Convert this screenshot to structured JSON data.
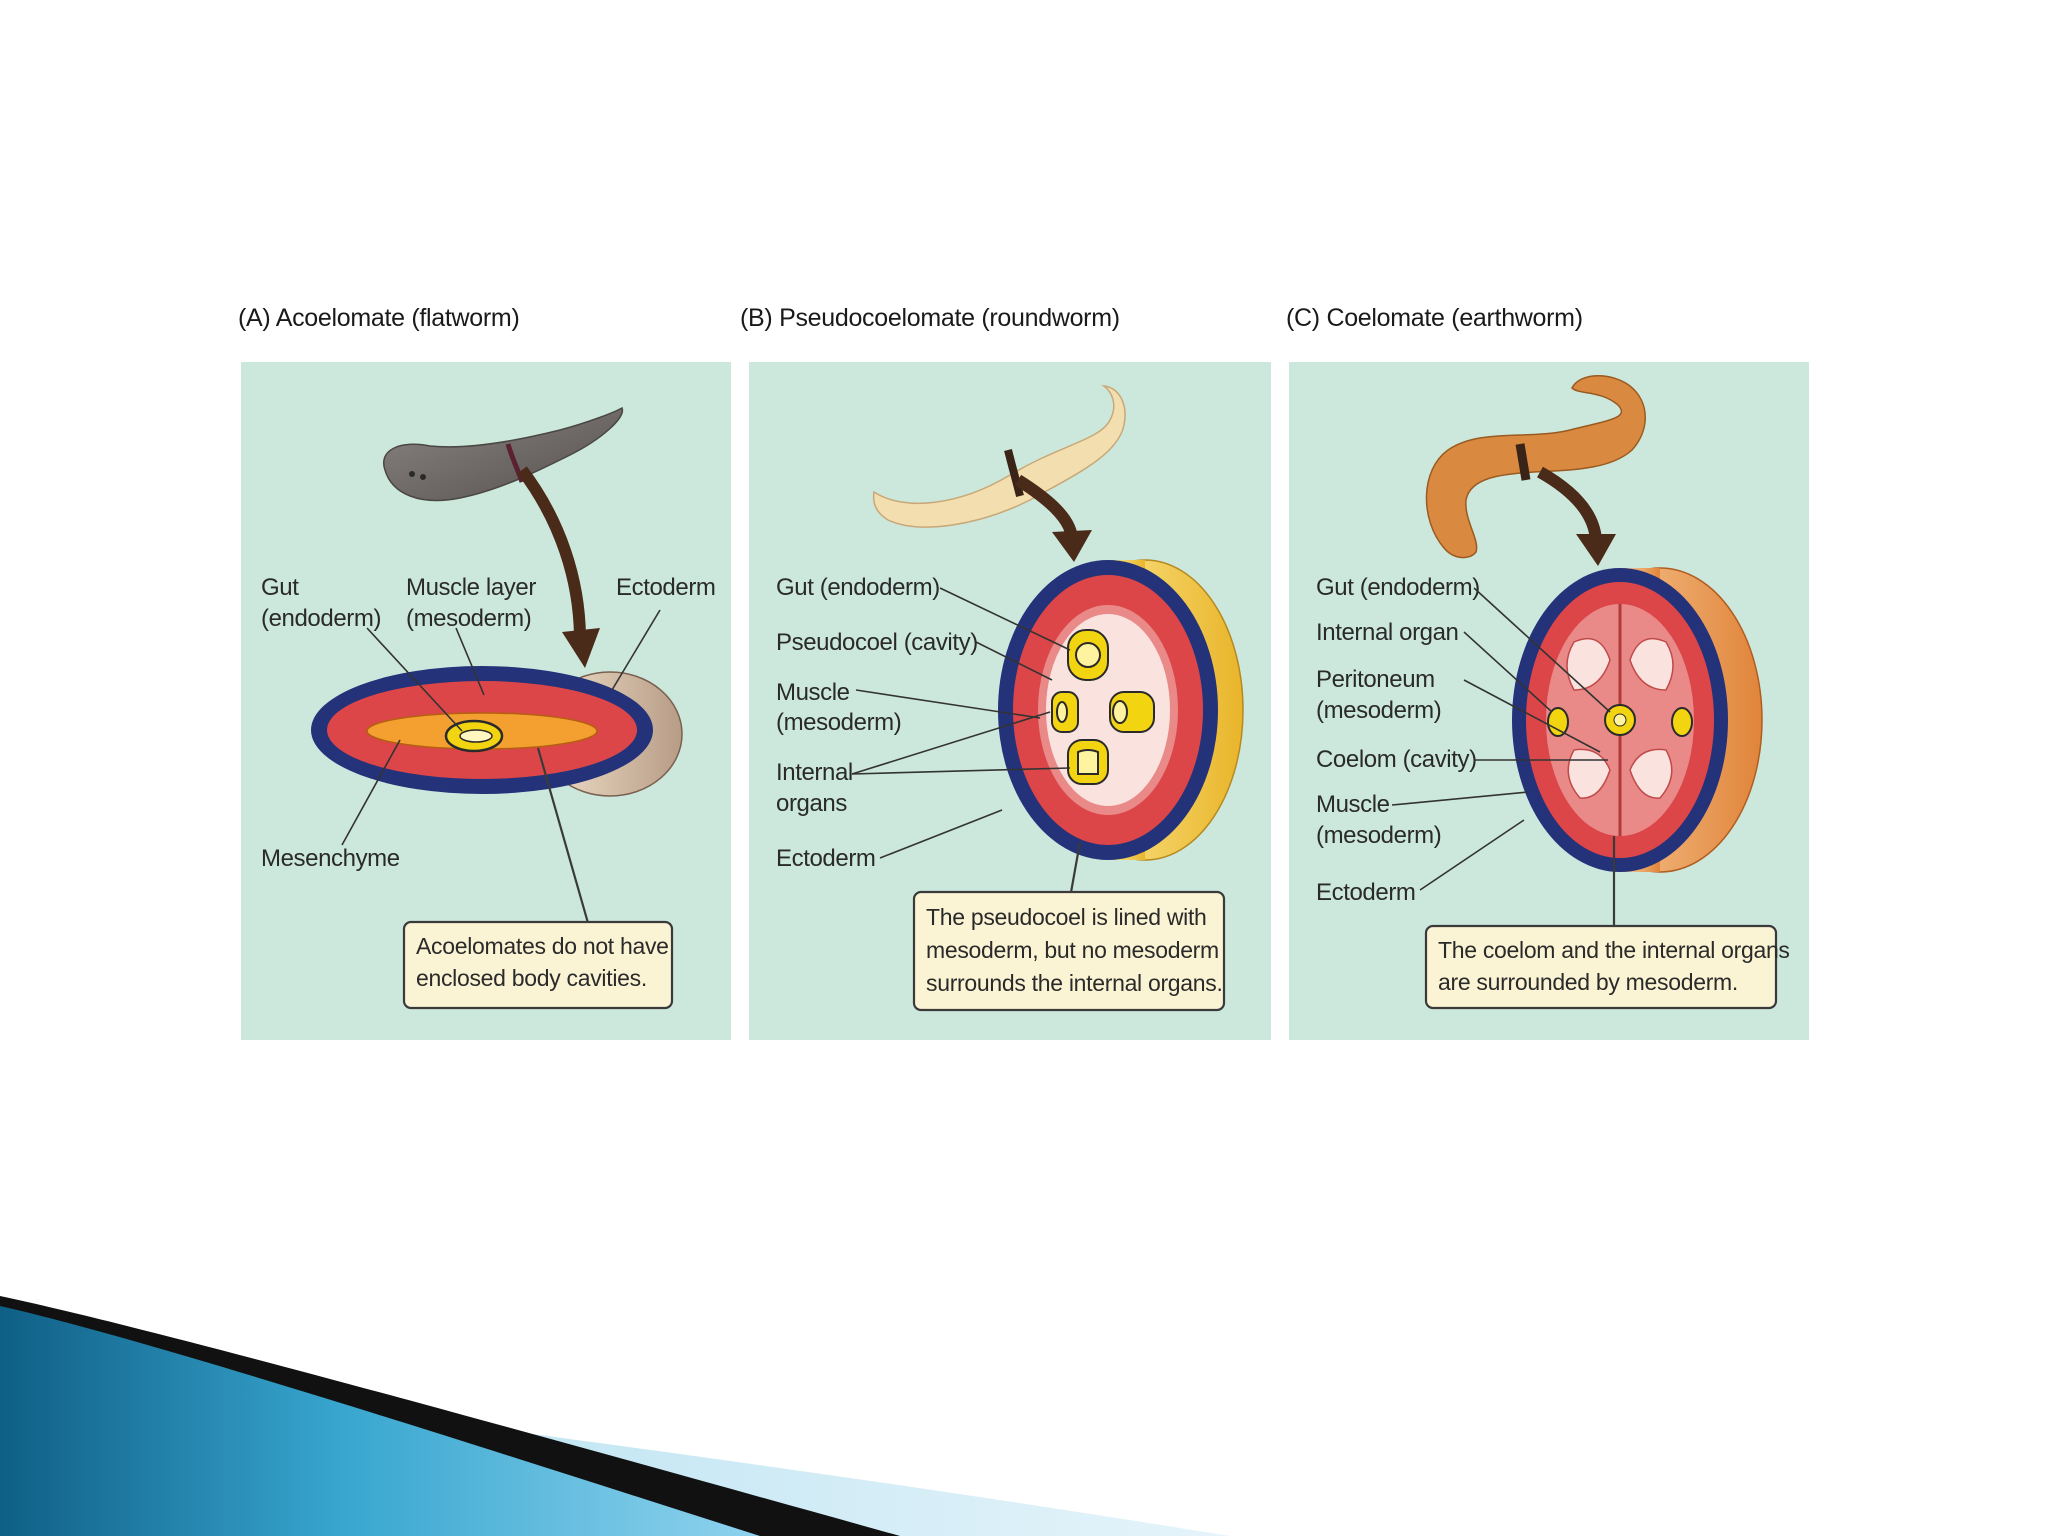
{
  "colors": {
    "panel_bg": "#cce8dd",
    "ectoderm": "#24327a",
    "mesoderm": "#dc4648",
    "mesoderm_light": "#e98a88",
    "endoderm": "#f2d410",
    "mesenchyme": "#f4a030",
    "flatworm": "#6f6a68",
    "roundworm": "#f3deb0",
    "earthworm": "#d98a40",
    "arrow": "#4a2a18",
    "callout_bg": "#fbf4d4"
  },
  "panels": {
    "a": {
      "title": "(A)  Acoelomate (flatworm)",
      "labels": {
        "gut_1": "Gut",
        "gut_2": "(endoderm)",
        "muscle_1": "Muscle layer",
        "muscle_2": "(mesoderm)",
        "ectoderm": "Ectoderm",
        "mesenchyme": "Mesenchyme"
      },
      "note": [
        "Acoelomates do not have",
        "enclosed body cavities."
      ]
    },
    "b": {
      "title": "(B)  Pseudocoelomate (roundworm)",
      "labels": {
        "gut": "Gut (endoderm)",
        "pseudocoel": "Pseudocoel (cavity)",
        "muscle_1": "Muscle",
        "muscle_2": "(mesoderm)",
        "organs_1": "Internal",
        "organs_2": "organs",
        "ectoderm": "Ectoderm"
      },
      "note": [
        "The pseudocoel is lined with",
        "mesoderm, but no mesoderm",
        "surrounds the internal organs."
      ]
    },
    "c": {
      "title": "(C)  Coelomate (earthworm)",
      "labels": {
        "gut": "Gut (endoderm)",
        "organ": "Internal organ",
        "peritoneum_1": "Peritoneum",
        "peritoneum_2": "(mesoderm)",
        "coelom": "Coelom (cavity)",
        "muscle_1": "Muscle",
        "muscle_2": "(mesoderm)",
        "ectoderm": "Ectoderm"
      },
      "note": [
        "The coelom and the internal organs",
        "are surrounded by mesoderm."
      ]
    }
  }
}
